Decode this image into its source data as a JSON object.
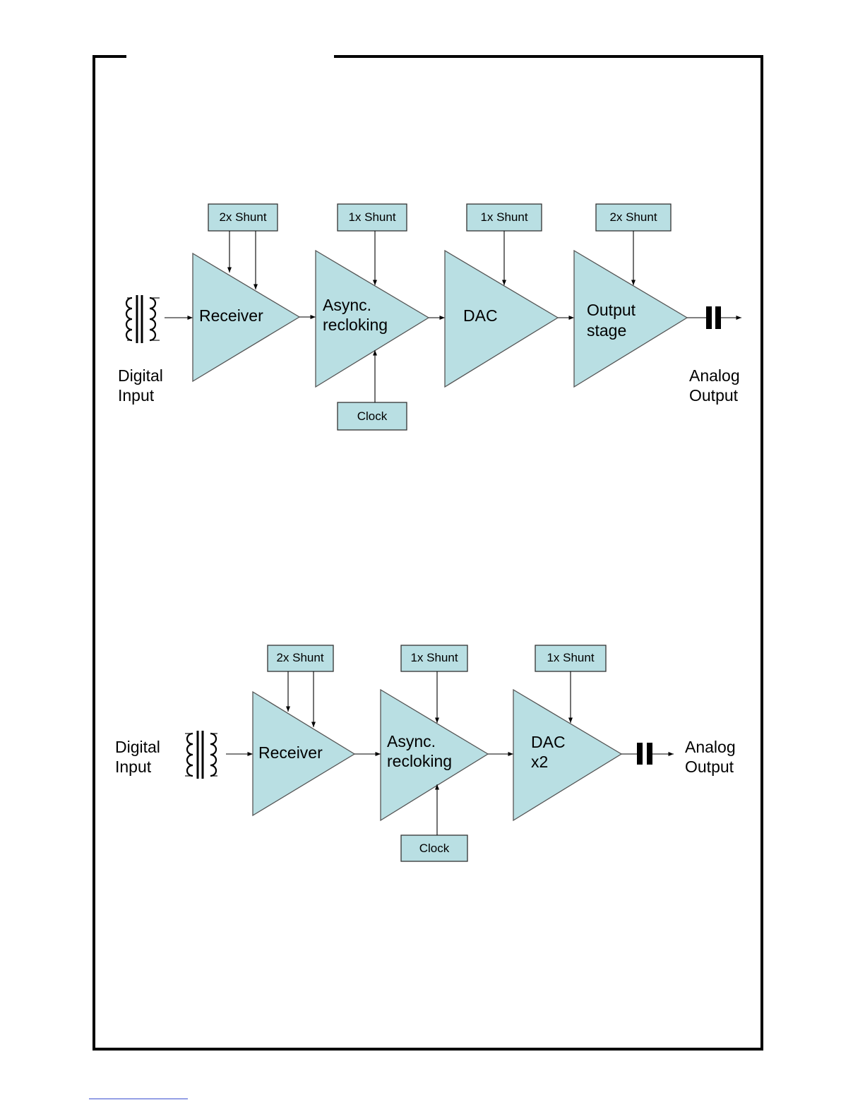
{
  "diagrams": [
    {
      "input_label": [
        "Digital",
        "Input"
      ],
      "output_label": [
        "Analog",
        "Output"
      ],
      "stages": [
        {
          "label": [
            "Receiver"
          ],
          "shunt": "2x Shunt"
        },
        {
          "label": [
            "Async.",
            "recloking"
          ],
          "shunt": "1x Shunt",
          "clock": "Clock"
        },
        {
          "label": [
            "DAC"
          ],
          "shunt": "1x Shunt"
        },
        {
          "label": [
            "Output",
            "stage"
          ],
          "shunt": "2x Shunt"
        }
      ]
    },
    {
      "input_label": [
        "Digital",
        "Input"
      ],
      "output_label": [
        "Analog",
        "Output"
      ],
      "stages": [
        {
          "label": [
            "Receiver"
          ],
          "shunt": "2x Shunt"
        },
        {
          "label": [
            "Async.",
            "recloking"
          ],
          "shunt": "1x Shunt",
          "clock": "Clock"
        },
        {
          "label": [
            "DAC",
            "x2"
          ],
          "shunt": "1x Shunt"
        }
      ]
    }
  ],
  "colors": {
    "stage_fill": "#b9dfe3",
    "frame": "#000000"
  }
}
